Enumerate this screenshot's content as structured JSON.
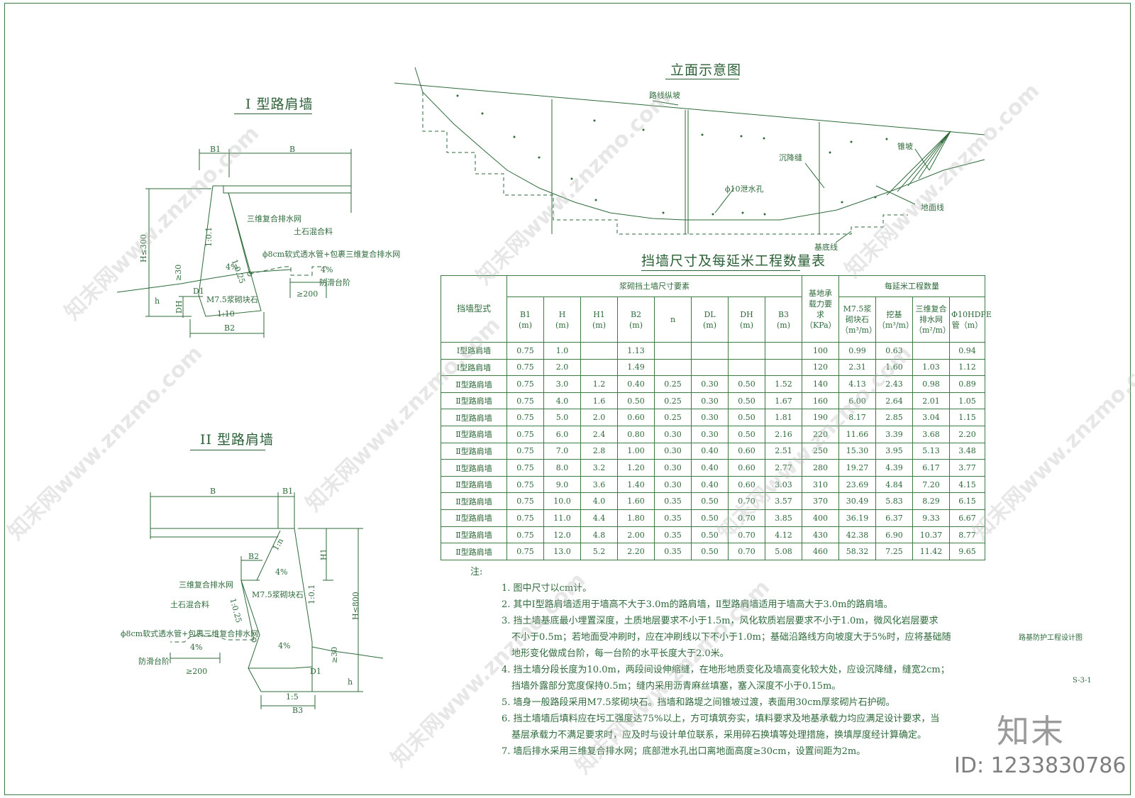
{
  "titles": {
    "type1_wall": "I 型路肩墙",
    "type2_wall": "II 型路肩墙",
    "elevation": "立面示意图",
    "table": "挡墙尺寸及每延米工程数量表"
  },
  "type1_labels": {
    "b1": "B1",
    "b": "B",
    "h_le_300": "H≤300",
    "slope_top": "1:0.1",
    "drain_net": "三维复合排水网",
    "fill": "土石混合料",
    "back_slope": "1:0.25",
    "pipe": "ϕ8cm软式透水管+包裹三维复合排水网",
    "ge30": "≥30",
    "pct4a": "4%",
    "pct4b": "4%",
    "antiskid": "防滑台阶",
    "d1": "D1",
    "h": "h",
    "dh": "DH",
    "masonry": "M7.5浆砌块石",
    "base_slope": "1:10",
    "ge200": "≥200",
    "b2": "B2"
  },
  "type2_labels": {
    "b": "B",
    "b1": "B1",
    "h1": "H1",
    "b2": "B2",
    "n_slope": "1:n",
    "pct4a": "4%",
    "drain_net": "三维复合排水网",
    "slope_top": "1:0.1",
    "h_le_800": "H≤800",
    "fill": "土石混合料",
    "back_slope": "1:0.25",
    "masonry": "M7.5浆砌块石",
    "pipe": "ϕ8cm软式透水管+包裹三维复合排水网",
    "pct4b": "4%",
    "pct4c": "4%",
    "antiskid": "防滑台阶",
    "ge200": "≥200",
    "ge30": "≥30",
    "d1": "D1",
    "h": "h",
    "base_slope": "1:5",
    "b3": "B3"
  },
  "elevation_labels": {
    "grade": "路线纵坡",
    "joint": "沉降缝",
    "cone": "锥坡",
    "weephole": "ϕ10泄水孔",
    "ground": "地面线",
    "base": "基底线"
  },
  "table": {
    "h_type": "挡墙型式",
    "h_dims": "浆砌挡土墙尺寸要素",
    "h_bearing": "基地承载力要求（KPa）",
    "h_qty": "每延米工程数量",
    "dim_cols": [
      {
        "name": "B1",
        "unit": "(m)"
      },
      {
        "name": "H",
        "unit": "(m)"
      },
      {
        "name": "H1",
        "unit": "(m)"
      },
      {
        "name": "B2",
        "unit": "(m)"
      },
      {
        "name": "n",
        "unit": ""
      },
      {
        "name": "DL",
        "unit": "(m)"
      },
      {
        "name": "DH",
        "unit": "(m)"
      },
      {
        "name": "B3",
        "unit": "(m)"
      }
    ],
    "qty_cols": [
      "M7.5浆砌块石（m³/m）",
      "挖基（m³/m）",
      "三维复合排水网（m²/m）",
      "Φ10HDPE管（m）"
    ],
    "rows": [
      [
        "Ⅰ型路肩墙",
        "0.75",
        "1.0",
        "",
        "1.13",
        "",
        "",
        "",
        "",
        "100",
        "0.99",
        "0.63",
        "",
        "0.94"
      ],
      [
        "Ⅰ型路肩墙",
        "0.75",
        "2.0",
        "",
        "1.49",
        "",
        "",
        "",
        "",
        "120",
        "2.31",
        "1.60",
        "1.03",
        "1.12"
      ],
      [
        "Ⅱ型路肩墙",
        "0.75",
        "3.0",
        "1.2",
        "0.40",
        "0.25",
        "0.30",
        "0.50",
        "1.52",
        "140",
        "4.13",
        "2.43",
        "0.98",
        "0.89"
      ],
      [
        "Ⅱ型路肩墙",
        "0.75",
        "4.0",
        "1.6",
        "0.50",
        "0.25",
        "0.30",
        "0.50",
        "1.67",
        "160",
        "6.00",
        "2.64",
        "2.01",
        "1.05"
      ],
      [
        "Ⅱ型路肩墙",
        "0.75",
        "5.0",
        "2.0",
        "0.60",
        "0.25",
        "0.30",
        "0.50",
        "1.81",
        "190",
        "8.17",
        "2.85",
        "3.04",
        "1.15"
      ],
      [
        "Ⅱ型路肩墙",
        "0.75",
        "6.0",
        "2.4",
        "0.80",
        "0.30",
        "0.30",
        "0.50",
        "2.16",
        "220",
        "11.66",
        "3.39",
        "3.68",
        "2.20"
      ],
      [
        "Ⅱ型路肩墙",
        "0.75",
        "7.0",
        "2.8",
        "1.00",
        "0.30",
        "0.40",
        "0.60",
        "2.51",
        "250",
        "15.30",
        "3.95",
        "5.13",
        "3.48"
      ],
      [
        "Ⅱ型路肩墙",
        "0.75",
        "8.0",
        "3.2",
        "1.20",
        "0.30",
        "0.40",
        "0.60",
        "2.77",
        "280",
        "19.27",
        "4.39",
        "6.17",
        "3.77"
      ],
      [
        "Ⅱ型路肩墙",
        "0.75",
        "9.0",
        "3.6",
        "1.40",
        "0.30",
        "0.40",
        "0.60",
        "3.03",
        "310",
        "23.69",
        "4.84",
        "7.20",
        "4.15"
      ],
      [
        "Ⅱ型路肩墙",
        "0.75",
        "10.0",
        "4.0",
        "1.60",
        "0.35",
        "0.50",
        "0.70",
        "3.57",
        "370",
        "30.49",
        "5.83",
        "8.29",
        "6.15"
      ],
      [
        "Ⅱ型路肩墙",
        "0.75",
        "11.0",
        "4.4",
        "1.80",
        "0.35",
        "0.50",
        "0.70",
        "3.85",
        "400",
        "36.19",
        "6.37",
        "9.33",
        "6.67"
      ],
      [
        "Ⅱ型路肩墙",
        "0.75",
        "12.0",
        "4.8",
        "2.00",
        "0.35",
        "0.50",
        "0.70",
        "4.12",
        "430",
        "42.38",
        "6.90",
        "10.37",
        "8.77"
      ],
      [
        "Ⅱ型路肩墙",
        "0.75",
        "13.0",
        "5.2",
        "2.20",
        "0.35",
        "0.50",
        "0.70",
        "5.08",
        "460",
        "58.32",
        "7.25",
        "11.42",
        "9.65"
      ]
    ]
  },
  "notes": {
    "label": "注:",
    "n1": "1. 图中尺寸以cm计。",
    "n2": "2. 其中Ⅰ型路肩墙适用于墙高不大于3.0m的路肩墙，Ⅱ型路肩墙适用于墙高大于3.0m的路肩墙。",
    "n3a": "3. 挡土墙基底最小埋置深度，土质地层要求不小于1.5m，风化软质岩层要求不小于1.0m，微风化岩层要求",
    "n3b": "不小于0.5m；若地面受冲刷时，应在冲刷线以下不小于1.0m；基础沿路线方向坡度大于5%时，应将基础随",
    "n3c": "地形变化做成台阶，每一台阶的水平长度大于2.0米。",
    "n4a": "4. 挡土墙分段长度为10.0m，两段间设伸缩缝，在地形地质变化及墙高变化较大处，应设沉降缝，缝宽2cm；",
    "n4b": "挡墙外露部分宽度保持0.5m；缝内采用沥青麻丝填塞，塞入深度不小于0.15m。",
    "n5": "5. 墙身一般路段采用M7.5浆砌块石。挡墙和路堤之间锥坡过渡，表面用30cm厚浆砌片石护砌。",
    "n6a": "6. 挡土墙墙后填料应在圬工强度达75%以上，方可填筑夯实，填料要求及地基承载力均应满足设计要求，当",
    "n6b": "基层承载力不满足要求时，应及时与设计单位联系，采用碎石换填等处理措施，换填厚度经计算确定。",
    "n7": "7. 墙后排水采用三维复合排水网；底部泄水孔出口离地面高度≥30cm，设置间距为2m。"
  },
  "title_block": {
    "drawing_name": "路基防护工程设计图",
    "sheet_no": "S-3-1"
  },
  "watermark": {
    "site": "知末网www.znzmo.com",
    "brand": "知末",
    "id": "ID: 1233830786"
  },
  "colors": {
    "line": "#2e6a3a",
    "title": "#2b5f36",
    "watermark": "#bdbdbd"
  }
}
